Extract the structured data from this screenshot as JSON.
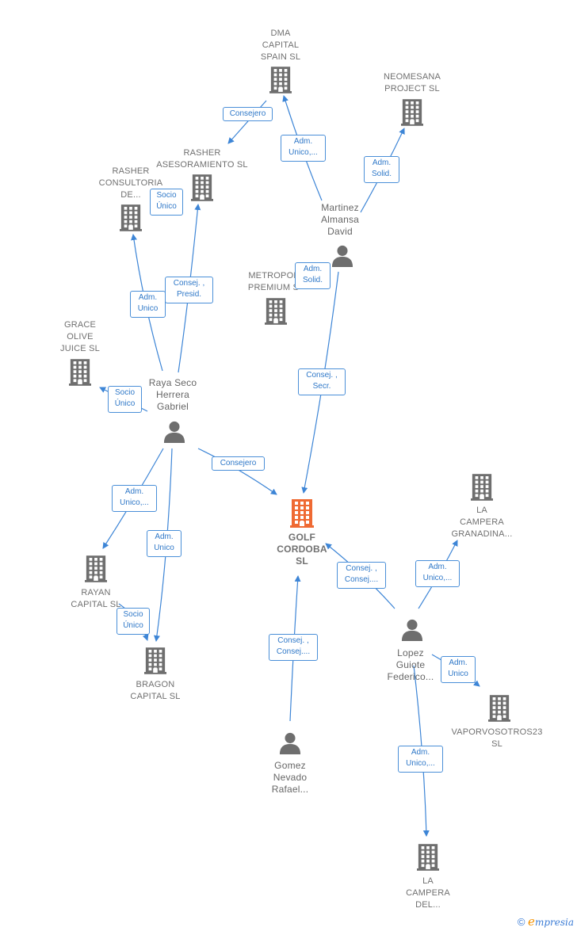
{
  "colors": {
    "edge": "#3d85d6",
    "building": "#6e6e6e",
    "main": "#ef6a33",
    "person": "#6e6e6e"
  },
  "nodes": [
    {
      "id": "dma",
      "type": "company",
      "label": "DMA\nCAPITAL\nSPAIN  SL"
    },
    {
      "id": "neomesana",
      "type": "company",
      "label": "NEOMESANA\nPROJECT  SL"
    },
    {
      "id": "rasher_ases",
      "type": "company",
      "label": "RASHER\nASESORAMIENTO SL"
    },
    {
      "id": "rasher_cons",
      "type": "company",
      "label": "RASHER\nCONSULTORIA\nDE..."
    },
    {
      "id": "metropol",
      "type": "company",
      "label": "METROPOL\nPREMIUM  S"
    },
    {
      "id": "grace",
      "type": "company",
      "label": "GRACE\nOLIVE\nJUICE  SL"
    },
    {
      "id": "golf",
      "type": "main",
      "label": "GOLF\nCORDOBA\nSL"
    },
    {
      "id": "campera_gran",
      "type": "company",
      "label": "LA\nCAMPERA\nGRANADINA..."
    },
    {
      "id": "rayan",
      "type": "company",
      "label": "RAYAN\nCAPITAL  SL"
    },
    {
      "id": "bragon",
      "type": "company",
      "label": "BRAGON\nCAPITAL  SL"
    },
    {
      "id": "vaporvosotros",
      "type": "company",
      "label": "VAPORVOSOTROS23\nSL"
    },
    {
      "id": "campera_del",
      "type": "company",
      "label": "LA\nCAMPERA\nDEL..."
    },
    {
      "id": "martinez",
      "type": "person",
      "label": "Martinez\nAlmansa\nDavid"
    },
    {
      "id": "raya",
      "type": "person",
      "label": "Raya Seco\nHerrera\nGabriel"
    },
    {
      "id": "lopez",
      "type": "person",
      "label": "Lopez\nGuiote\nFederico..."
    },
    {
      "id": "gomez",
      "type": "person",
      "label": "Gomez\nNevado\nRafael..."
    }
  ],
  "edges": [
    {
      "id": "e1",
      "label": "Consejero"
    },
    {
      "id": "e2",
      "label": "Adm.\nUnico,..."
    },
    {
      "id": "e3",
      "label": "Adm.\nSolid."
    },
    {
      "id": "e4",
      "label": "Socio\nÚnico"
    },
    {
      "id": "e5",
      "label": "Consej. ,\nPresid."
    },
    {
      "id": "e6",
      "label": "Adm.\nUnico"
    },
    {
      "id": "e7",
      "label": "Adm.\nSolid."
    },
    {
      "id": "e8",
      "label": "Socio\nÚnico"
    },
    {
      "id": "e9",
      "label": "Consej. ,\nSecr."
    },
    {
      "id": "e10",
      "label": "Consejero"
    },
    {
      "id": "e11",
      "label": "Adm.\nUnico,..."
    },
    {
      "id": "e12",
      "label": "Adm.\nUnico"
    },
    {
      "id": "e13",
      "label": "Socio\nÚnico"
    },
    {
      "id": "e14",
      "label": "Consej. ,\nConsej...."
    },
    {
      "id": "e15",
      "label": "Adm.\nUnico,..."
    },
    {
      "id": "e16",
      "label": "Adm.\nUnico"
    },
    {
      "id": "e17",
      "label": "Adm.\nUnico,..."
    },
    {
      "id": "e18",
      "label": "Consej. ,\nConsej...."
    }
  ],
  "footer": {
    "copyright": "©",
    "brand_initial": "e",
    "brand_rest": "mpresia"
  }
}
